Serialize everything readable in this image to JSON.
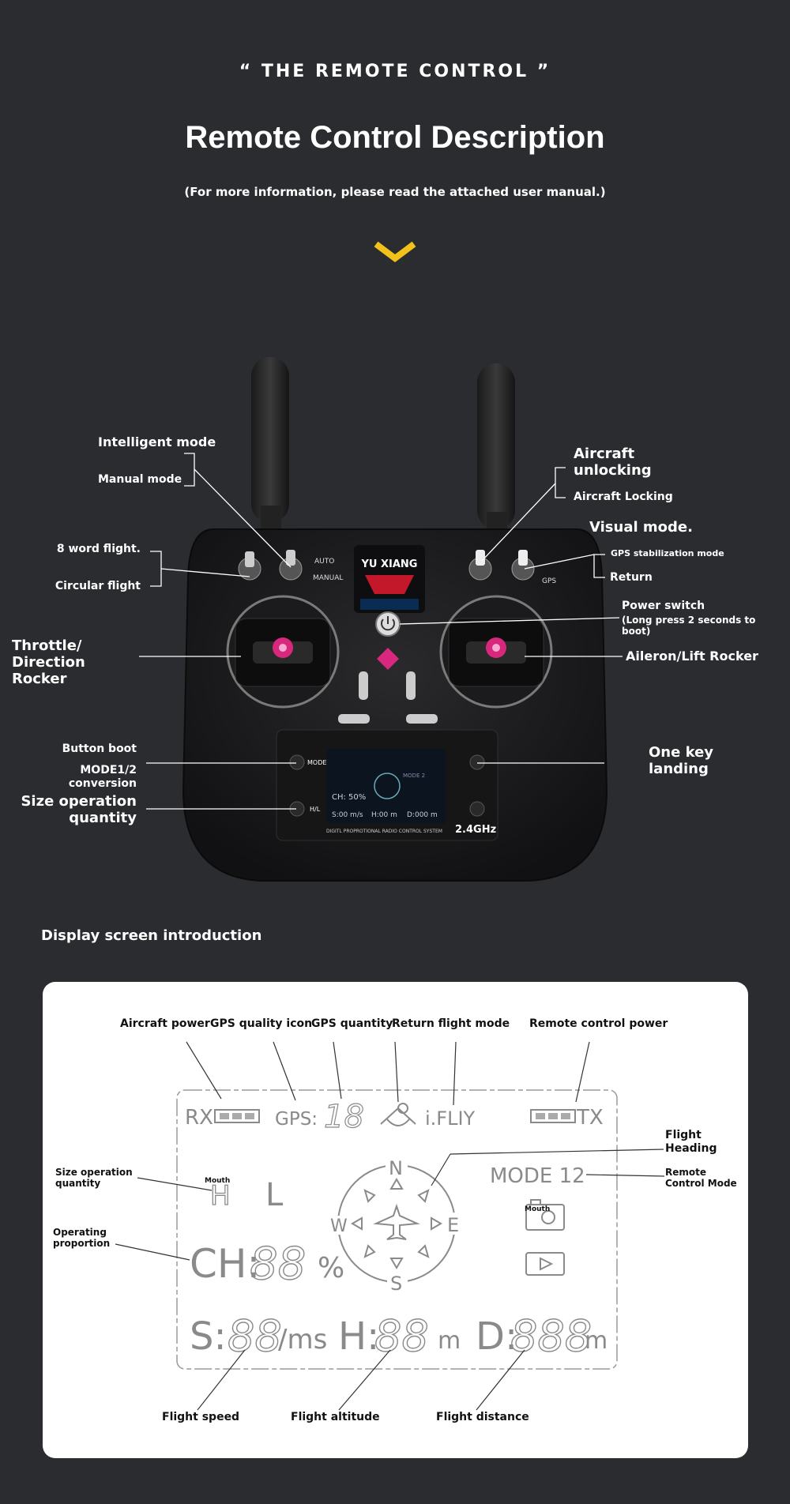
{
  "header": {
    "kicker": "“ THE REMOTE CONTROL ”",
    "title": "Remote Control Description",
    "subtitle": "(For more information, please read the attached user manual.)"
  },
  "colors": {
    "background": "#2b2c30",
    "accent_chevron": "#f2c21a",
    "joystick_pink": "#d8287e",
    "panel": "#ffffff",
    "lcd_gray": "#8a8a8a"
  },
  "controller": {
    "brand": "YU XIANG",
    "switch_labels": {
      "auto": "AUTO",
      "manual": "MANUAL",
      "gps": "GPS",
      "mode": "MODE",
      "hl": "H/L"
    },
    "lcd": {
      "mode": "MODE 2",
      "ch": "CH: 50%",
      "speed": "S:00 m/s",
      "height": "H:00 m",
      "distance": "D:000 m",
      "footer": "DIGITL PROPROTIONAL RADIO CONTROL SYSTEM",
      "band": "2.4GHz"
    }
  },
  "callouts": {
    "intelligent_mode": "Intelligent mode",
    "manual_mode": "Manual mode",
    "eight_word_flight": "8 word flight.",
    "circular_flight": "Circular flight",
    "throttle": "Throttle/ Direction Rocker",
    "button_boot": "Button boot",
    "mode_conversion": "MODE1/2 conversion",
    "size_operation": "Size operation quantity",
    "aircraft_unlocking": "Aircraft unlocking",
    "aircraft_locking": "Aircraft Locking",
    "visual_mode": "Visual mode.",
    "gps_stabilization": "GPS stabilization mode",
    "return": "Return",
    "power_switch": "Power switch",
    "power_switch_note": "(Long press 2 seconds to boot)",
    "aileron": "Aileron/Lift Rocker",
    "one_key_landing": "One key landing"
  },
  "display": {
    "section_title": "Display screen introduction",
    "labels": {
      "aircraft_power": "Aircraft power",
      "gps_quality_icon": "GPS quality icon",
      "gps_quantity": "GPS quantity",
      "return_flight_mode": "Return flight mode",
      "remote_control_power": "Remote control power",
      "flight_heading": "Flight Heading",
      "remote_control_mode": "Remote Control Mode",
      "size_operation_quantity": "Size operation quantity",
      "operating_proportion": "Operating proportion",
      "flight_speed": "Flight speed",
      "flight_altitude": "Flight altitude",
      "flight_distance": "Flight distance",
      "mouth_1": "Mouth",
      "mouth_2": "Mouth"
    },
    "lcd": {
      "rx": "RX",
      "gps": "GPS:",
      "gps_digits": "18",
      "ifly": "i.FLIY",
      "tx": "TX",
      "mode": "MODE 12",
      "hl_h": "H",
      "hl_l": "L",
      "ch": "CH:",
      "ch_digits": "88",
      "percent": "%",
      "s": "S:",
      "s_digits": "88",
      "ms": "/ms",
      "h": "H:",
      "h_digits": "88",
      "m1": "m",
      "d": "D:",
      "d_digits": "888",
      "m2": "m",
      "n": "N",
      "s_dir": "S",
      "w": "W",
      "e": "E"
    }
  }
}
